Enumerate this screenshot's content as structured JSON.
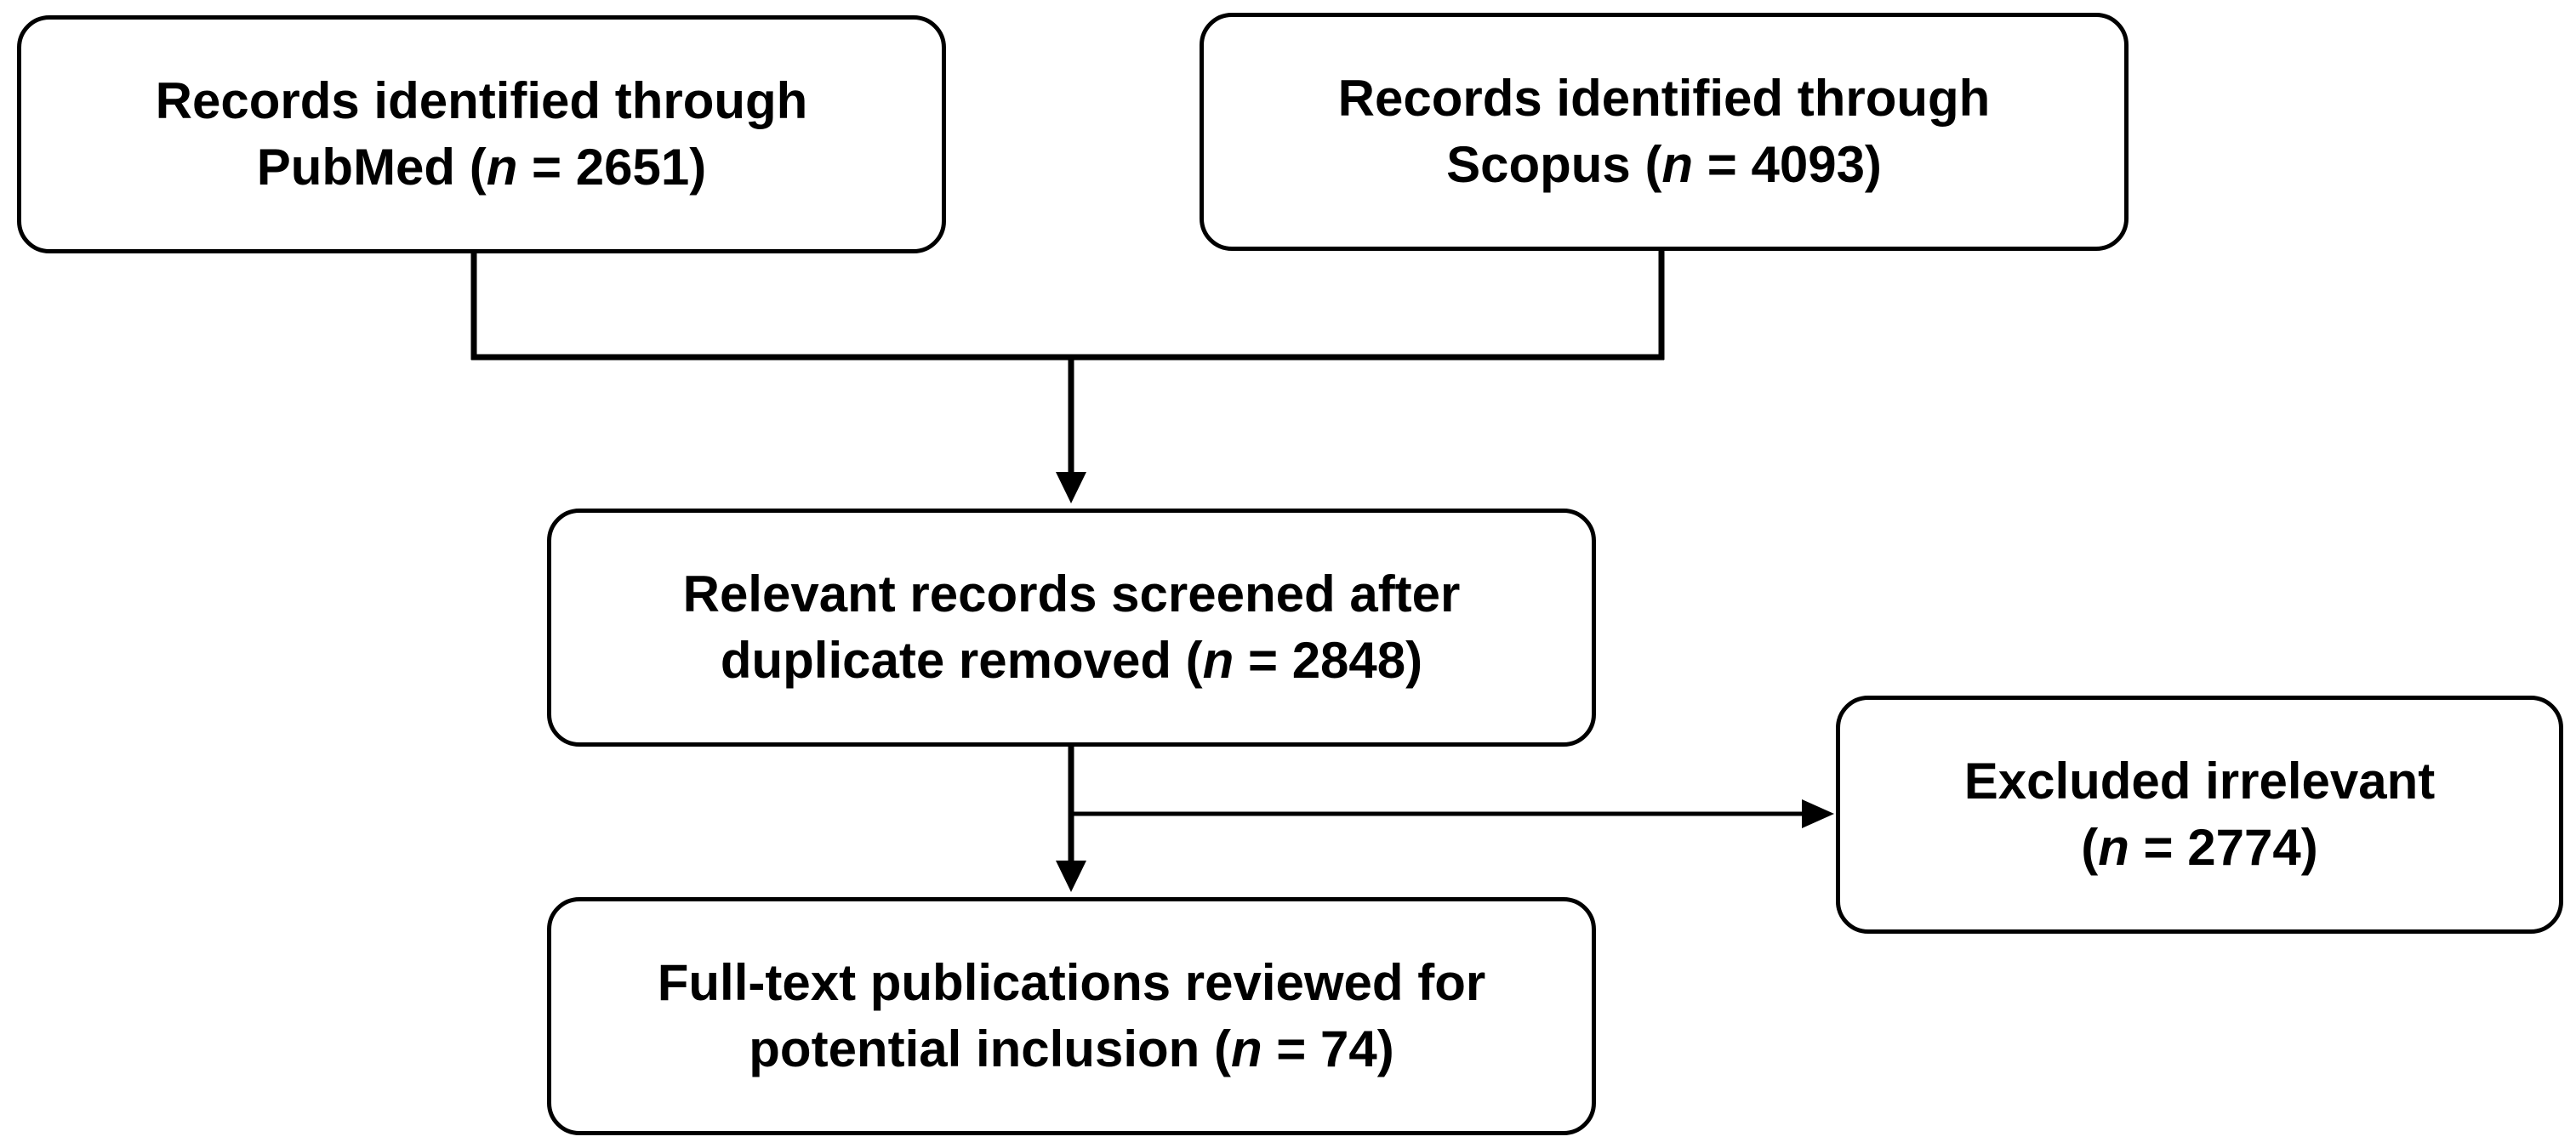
{
  "boxes": {
    "pubmed": {
      "line1": "Records identified through",
      "prefix": "PubMed (",
      "n": "n",
      "suffix": " = 2651)"
    },
    "scopus": {
      "line1": "Records identified through",
      "prefix": "Scopus (",
      "n": "n",
      "suffix": " = 4093)"
    },
    "screened": {
      "line1": "Relevant records screened after",
      "prefix": "duplicate removed (",
      "n": "n",
      "suffix": " = 2848)"
    },
    "excluded": {
      "line1": "Excluded irrelevant",
      "prefix": "(",
      "n": "n",
      "suffix": " = 2774)"
    },
    "fulltext": {
      "line1": "Full-text publications reviewed for",
      "prefix": "potential inclusion (",
      "n": "n",
      "suffix": " = 74)"
    }
  },
  "style": {
    "line_color": "#000000",
    "box_fill": "#ffffff",
    "text_color": "#000000"
  }
}
